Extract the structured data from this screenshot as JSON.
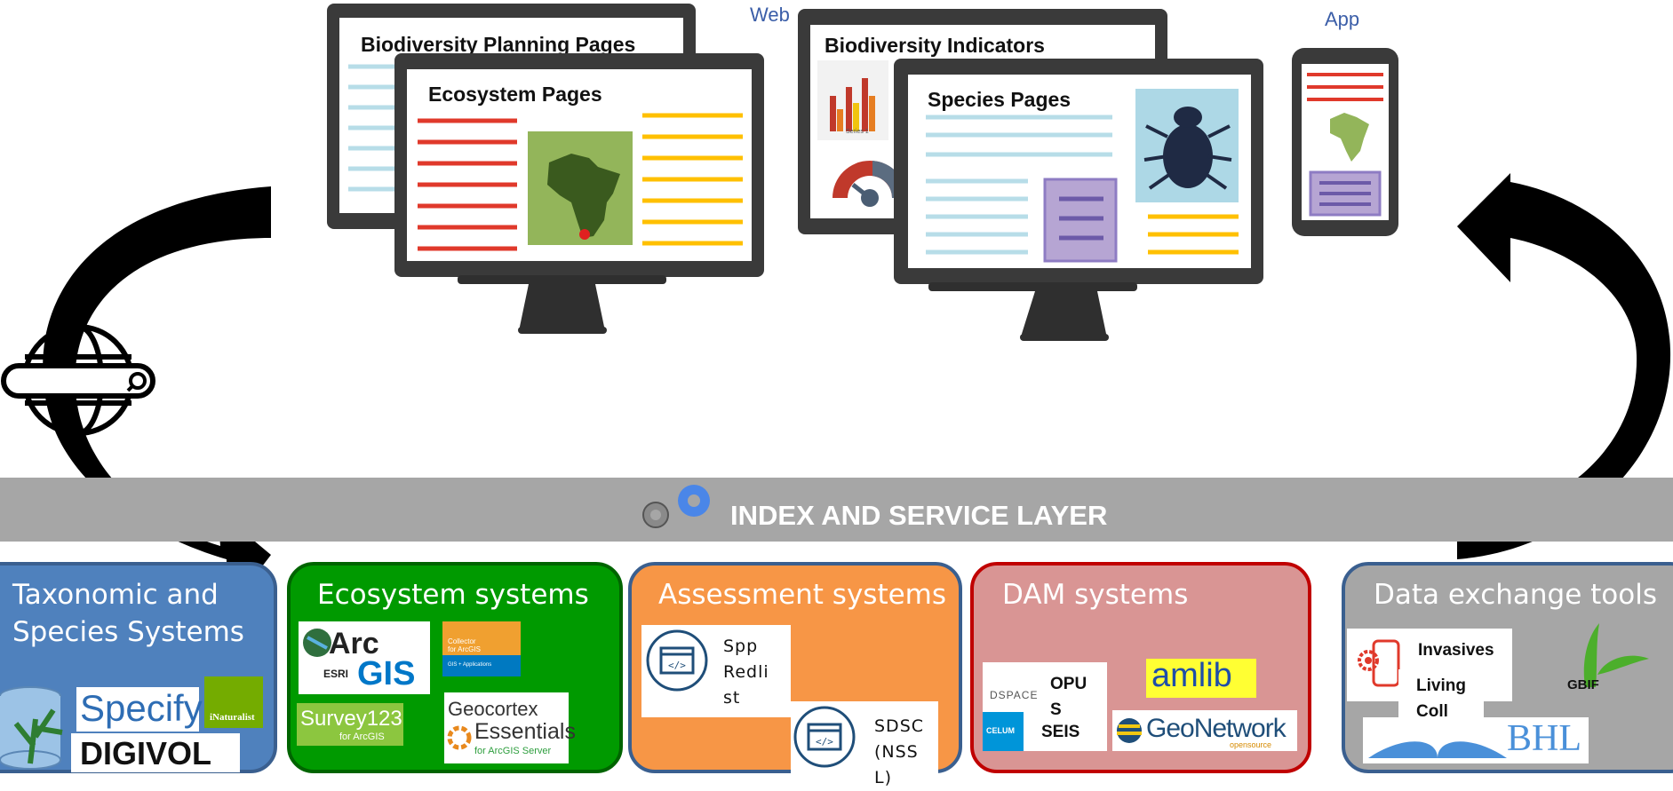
{
  "screens": {
    "planning_title": "Biodiversity Planning Pages",
    "ecosystem_title": "Ecosystem Pages",
    "indicators_title": "Biodiversity Indicators",
    "species_title": "Species Pages",
    "indicator_chart_legend": "Series 1",
    "web_label": "Web",
    "app_label": "App"
  },
  "layer": {
    "title": "INDEX AND SERVICE LAYER"
  },
  "systems": [
    {
      "title_line1": "Taxonomic and",
      "title_line2": "Species Systems"
    },
    {
      "title": "Ecosystem systems"
    },
    {
      "title": "Assessment systems"
    },
    {
      "title": "DAM systems"
    },
    {
      "title": "Data exchange tools"
    }
  ],
  "logos": {
    "specify": "Specify",
    "inaturalist": "iNaturalist",
    "digivol": "DIGIVOL",
    "arcgis_arc": "Arc",
    "arcgis_gis": "GIS",
    "esri": "ESRI",
    "collector_line1": "Collector",
    "collector_line2": "for ArcGIS",
    "collector_sub": "GIS + Applications",
    "survey123": "Survey123",
    "survey123_sub": "for ArcGIS",
    "geocortex": "Geocortex",
    "essentials": "Essentials",
    "essentials_sub": "for ArcGIS Server",
    "dspace": "DSPACE",
    "celum": "CELUM",
    "amlib": "amlib",
    "geonetwork": "GeoNetwork",
    "geonetwork_sub": "opensource",
    "gbif": "GBIF",
    "bhl": "BHL"
  },
  "assessment_items": [
    {
      "text": "Spp Redli st"
    },
    {
      "text": "SDSC (NSS L)"
    }
  ],
  "dam_items": [
    {
      "text": "OPU S"
    },
    {
      "text": "SEIS"
    }
  ],
  "exchange_items": [
    {
      "text": "Invasives"
    },
    {
      "text": "Living Coll"
    }
  ],
  "icons": [
    "globe-search-icon",
    "gears-icon",
    "code-window-icon",
    "mobile-settings-icon",
    "database-icon",
    "beetle-icon",
    "africa-map-icon",
    "gauge-icon"
  ],
  "colors": {
    "taxonomic": "#4f81bd",
    "ecosystem": "#009a00",
    "assessment": "#f79646",
    "dam": "#d99594",
    "exchange": "#a6a6a6",
    "layer": "#a6a6a6"
  }
}
